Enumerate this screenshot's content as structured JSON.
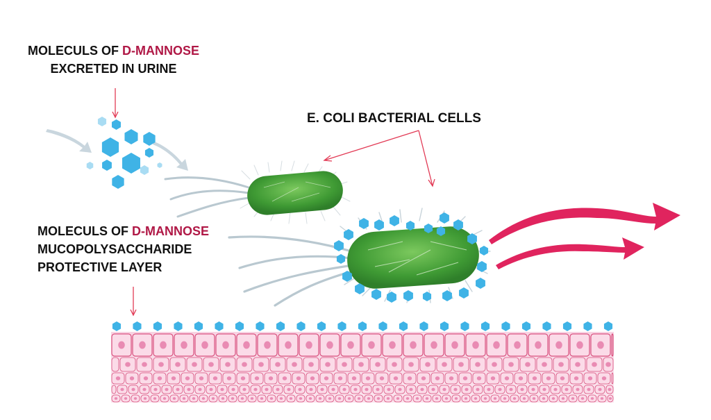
{
  "labels": {
    "top": {
      "line1_prefix": "MOLECULS OF ",
      "line1_highlight": "D-MANNOSE",
      "line2": "EXCRETED IN URINE"
    },
    "bacteria": "E. COLI BACTERIAL CELLS",
    "middle": {
      "line1_prefix": "MOLECULS OF ",
      "line1_highlight": "D-MANNOSE",
      "line2": "MUCOPOLYSACCHARIDE",
      "line3": "PROTECTIVE LAYER"
    }
  },
  "colors": {
    "highlight": "#b01846",
    "mannose": "#3fb3e6",
    "mannose_light": "#a9dcf3",
    "bacteria": "#4aa63a",
    "pointer": "#e23a55",
    "exit_arrow": "#e0245e",
    "flow_arrow": "#c9d6de",
    "flagella": "#b9c8d0",
    "tissue": "#f7cfe0",
    "tissue_nucleus": "#e98bb3",
    "tissue_border": "#d9507e"
  }
}
